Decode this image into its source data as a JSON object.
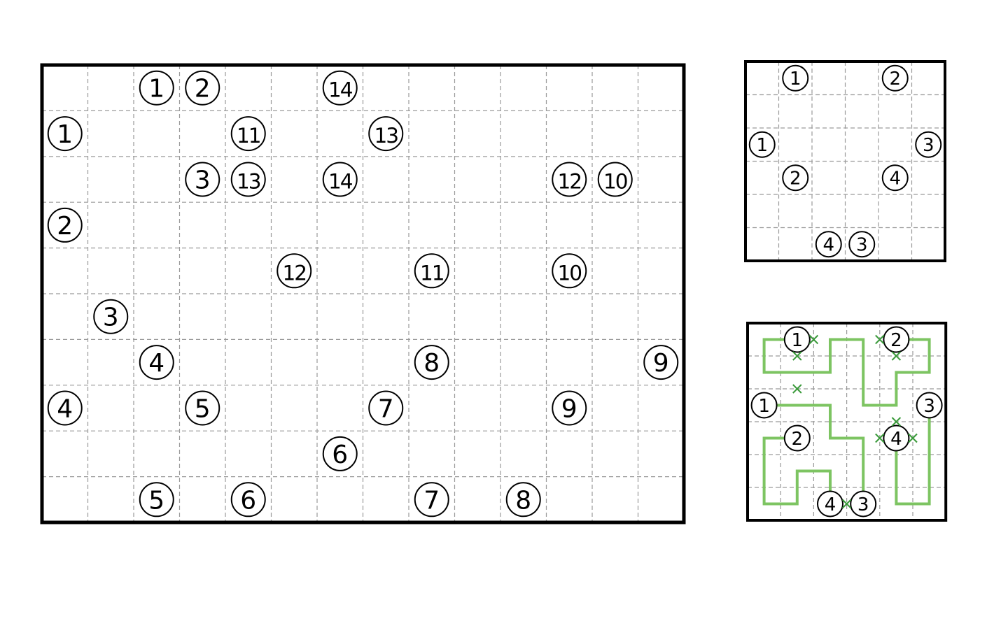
{
  "main_puzzle": {
    "rows": 10,
    "cols": 14,
    "clues": [
      {
        "r": 0,
        "c": 2,
        "n": "1"
      },
      {
        "r": 0,
        "c": 3,
        "n": "2"
      },
      {
        "r": 0,
        "c": 6,
        "n": "14"
      },
      {
        "r": 1,
        "c": 0,
        "n": "1"
      },
      {
        "r": 1,
        "c": 4,
        "n": "11"
      },
      {
        "r": 1,
        "c": 7,
        "n": "13"
      },
      {
        "r": 2,
        "c": 3,
        "n": "3"
      },
      {
        "r": 2,
        "c": 4,
        "n": "13"
      },
      {
        "r": 2,
        "c": 6,
        "n": "14"
      },
      {
        "r": 2,
        "c": 11,
        "n": "12"
      },
      {
        "r": 2,
        "c": 12,
        "n": "10"
      },
      {
        "r": 3,
        "c": 0,
        "n": "2"
      },
      {
        "r": 4,
        "c": 5,
        "n": "12"
      },
      {
        "r": 4,
        "c": 8,
        "n": "11"
      },
      {
        "r": 4,
        "c": 11,
        "n": "10"
      },
      {
        "r": 5,
        "c": 1,
        "n": "3"
      },
      {
        "r": 6,
        "c": 2,
        "n": "4"
      },
      {
        "r": 6,
        "c": 8,
        "n": "8"
      },
      {
        "r": 6,
        "c": 13,
        "n": "9"
      },
      {
        "r": 7,
        "c": 0,
        "n": "4"
      },
      {
        "r": 7,
        "c": 3,
        "n": "5"
      },
      {
        "r": 7,
        "c": 7,
        "n": "7"
      },
      {
        "r": 7,
        "c": 11,
        "n": "9"
      },
      {
        "r": 8,
        "c": 6,
        "n": "6"
      },
      {
        "r": 9,
        "c": 2,
        "n": "5"
      },
      {
        "r": 9,
        "c": 4,
        "n": "6"
      },
      {
        "r": 9,
        "c": 8,
        "n": "7"
      },
      {
        "r": 9,
        "c": 10,
        "n": "8"
      }
    ]
  },
  "example_puzzle": {
    "rows": 6,
    "cols": 6,
    "clues": [
      {
        "r": 0,
        "c": 1,
        "n": "1"
      },
      {
        "r": 0,
        "c": 4,
        "n": "2"
      },
      {
        "r": 2,
        "c": 0,
        "n": "1"
      },
      {
        "r": 2,
        "c": 5,
        "n": "3"
      },
      {
        "r": 3,
        "c": 1,
        "n": "2"
      },
      {
        "r": 3,
        "c": 4,
        "n": "4"
      },
      {
        "r": 5,
        "c": 2,
        "n": "4"
      },
      {
        "r": 5,
        "c": 3,
        "n": "3"
      }
    ]
  },
  "example_solution": {
    "rows": 6,
    "cols": 6,
    "clues": [
      {
        "r": 0,
        "c": 1,
        "n": "1"
      },
      {
        "r": 0,
        "c": 4,
        "n": "2"
      },
      {
        "r": 2,
        "c": 0,
        "n": "1"
      },
      {
        "r": 2,
        "c": 5,
        "n": "3"
      },
      {
        "r": 3,
        "c": 1,
        "n": "2"
      },
      {
        "r": 3,
        "c": 4,
        "n": "4"
      },
      {
        "r": 5,
        "c": 2,
        "n": "4"
      },
      {
        "r": 5,
        "c": 3,
        "n": "3"
      }
    ],
    "line_color": "#7dc462",
    "cross_color": "#3a9a3a",
    "path_cells": [
      [
        0,
        1
      ],
      [
        0,
        0
      ],
      [
        1,
        0
      ],
      [
        1,
        1
      ],
      [
        1,
        2
      ],
      [
        0,
        2
      ],
      [
        0,
        3
      ],
      [
        1,
        3
      ],
      [
        2,
        3
      ],
      [
        2,
        4
      ],
      [
        1,
        4
      ],
      [
        1,
        5
      ],
      [
        0,
        5
      ],
      [
        0,
        4
      ]
    ],
    "path_cells_2": [
      [
        2,
        0
      ],
      [
        2,
        1
      ],
      [
        2,
        2
      ],
      [
        3,
        2
      ],
      [
        3,
        3
      ],
      [
        4,
        3
      ],
      [
        5,
        3
      ]
    ],
    "path_cells_3": [
      [
        3,
        1
      ],
      [
        3,
        0
      ],
      [
        4,
        0
      ],
      [
        5,
        0
      ],
      [
        5,
        1
      ],
      [
        4,
        1
      ],
      [
        4,
        2
      ],
      [
        5,
        2
      ]
    ],
    "path_cells_4": [
      [
        3,
        4
      ],
      [
        4,
        4
      ],
      [
        5,
        4
      ],
      [
        5,
        5
      ],
      [
        4,
        5
      ],
      [
        3,
        5
      ],
      [
        2,
        5
      ]
    ],
    "crosses": [
      {
        "r": 0,
        "c": 1.5
      },
      {
        "r": 0.5,
        "c": 1
      },
      {
        "r": 0,
        "c": 3.5
      },
      {
        "r": 0.5,
        "c": 4
      },
      {
        "r": 1.5,
        "c": 1
      },
      {
        "r": 2.5,
        "c": 4
      },
      {
        "r": 3,
        "c": 3.5
      },
      {
        "r": 3,
        "c": 4.5
      },
      {
        "r": 5,
        "c": 2.5
      }
    ]
  }
}
